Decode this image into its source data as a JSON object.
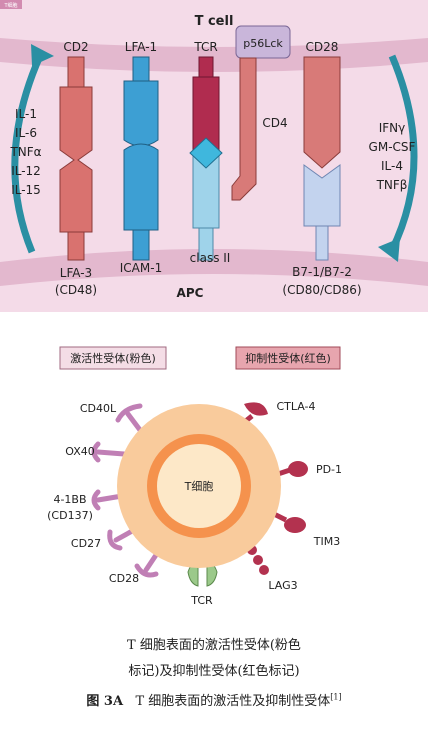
{
  "top_panel": {
    "tag": "T细胞",
    "tcell_label": "T cell",
    "apc_label": "APC",
    "left_cytokines": [
      "IL-1",
      "IL-6",
      "TNFα",
      "IL-12",
      "IL-15"
    ],
    "right_cytokines": [
      "IFNγ",
      "GM-CSF",
      "IL-4",
      "TNFβ"
    ],
    "top_labels": [
      "CD2",
      "LFA-1",
      "TCR",
      "p56Lck",
      "CD28"
    ],
    "cd4_label": "CD4",
    "bottom_labels": [
      "LFA-3",
      "(CD48)",
      "ICAM-1",
      "class II",
      "B7-1/B7-2",
      "(CD80/CD86)"
    ],
    "colors": {
      "background": "#f4dbe8",
      "membrane": "#e3b8ce",
      "cd2": "#d9726f",
      "lfa1": "#3d9fd3",
      "tcr_top": "#b02c4f",
      "tcr_bottom": "#9fd3ea",
      "diamond": "#3fb7dd",
      "cd28": "#d87a78",
      "b7": "#c3d3ee",
      "arrow": "#2a8fa3"
    }
  },
  "bottom_panel": {
    "legend_activating": "激活性受体(粉色)",
    "legend_inhibitory": "抑制性受体(红色)",
    "cell_label": "T细胞",
    "receptors_left": [
      "CD40L",
      "OX40",
      "4-1BB",
      "(CD137)",
      "CD27",
      "CD28"
    ],
    "receptors_right": [
      "CTLA-4",
      "PD-1",
      "TIM3",
      "LAG3"
    ],
    "tcr_label": "TCR",
    "colors": {
      "outer": "#f9cb9c",
      "ring": "#f5924d",
      "inner": "#fde8c8",
      "activating": "#c07fb5",
      "inhibitory": "#b3324f",
      "tcr": "#9bc98a"
    }
  },
  "caption": {
    "line1": "T 细胞表面的激活性受体(粉色",
    "line2": "标记)及抑制性受体(红色标记)",
    "fig_label": "图 3A",
    "title": "T 细胞表面的激活性及抑制性受体",
    "ref": "[1]"
  }
}
